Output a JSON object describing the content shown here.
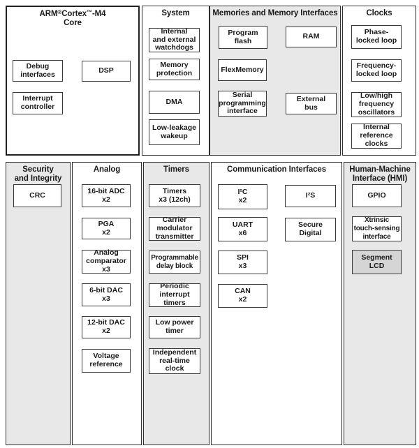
{
  "figure_type": "microcontroller-block-diagram",
  "colors": {
    "panel_gray": "#e8e8e8",
    "segment_lcd_fill": "#d5d5d5",
    "border_dark": "#2f2f2f",
    "background": "#ffffff"
  },
  "arm": {
    "title_pre": "ARM",
    "title_reg": "®",
    "title_mid": "Cortex",
    "title_tm": "™",
    "title_post": "-M4",
    "title_line2": "Core",
    "debug": "Debug\ninterfaces",
    "dsp": "DSP",
    "interrupt": "Interrupt\ncontroller"
  },
  "system": {
    "title": "System",
    "watchdogs": "Internal\nand external\nwatchdogs",
    "memory_protection": "Memory\nprotection",
    "dma": "DMA",
    "low_leakage_wakeup": "Low-leakage\nwakeup"
  },
  "memories": {
    "title": "Memories and Memory Interfaces",
    "program_flash": "Program\nflash",
    "ram": "RAM",
    "flexmemory": "FlexMemory",
    "serial_programming": "Serial\nprogramming\ninterface",
    "external_bus": "External\nbus"
  },
  "clocks": {
    "title": "Clocks",
    "pll": "Phase-\nlocked loop",
    "fll": "Frequency-\nlocked loop",
    "oscillators": "Low/high\nfrequency\noscillators",
    "internal_reference": "Internal\nreference\nclocks"
  },
  "security": {
    "title": "Security\nand Integrity",
    "crc": "CRC"
  },
  "analog": {
    "title": "Analog",
    "adc": "16-bit ADC\nx2",
    "pga": "PGA\nx2",
    "comparator": "Analog\ncomparator\nx3",
    "dac6": "6-bit DAC\nx3",
    "dac12": "12-bit DAC\nx2",
    "voltage_reference": "Voltage\nreference"
  },
  "timers": {
    "title": "Timers",
    "timers": "Timers\nx3 (12ch)",
    "carrier_modulator": "Carrier\nmodulator\ntransmitter",
    "programmable_delay": "Programmable\ndelay block",
    "periodic_interrupt": "Periodic\ninterrupt\ntimers",
    "low_power_timer": "Low power\ntimer",
    "rtc": "Independent\nreal-time\nclock"
  },
  "comm": {
    "title": "Communication Interfaces",
    "i2c": "I²C\nx2",
    "i2s": "I²S",
    "uart": "UART\nx6",
    "secure_digital": "Secure\nDigital",
    "spi": "SPI\nx3",
    "can": "CAN\nx2"
  },
  "hmi": {
    "title": "Human-Machine\nInterface (HMI)",
    "gpio": "GPIO",
    "touch_sensing": "Xtrinsic\ntouch-sensing\ninterface",
    "segment_lcd": "Segment\nLCD"
  }
}
